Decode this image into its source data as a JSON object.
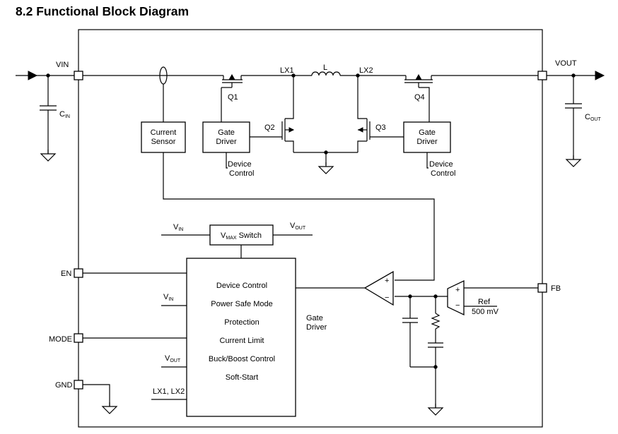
{
  "title": "8.2 Functional Block Diagram",
  "pins": {
    "vin": "VIN",
    "vout": "VOUT",
    "en": "EN",
    "mode": "MODE",
    "gnd": "GND",
    "fb": "FB"
  },
  "nodes": {
    "lx1": "LX1",
    "lx2": "LX2",
    "inductor": "L"
  },
  "caps": {
    "cin": "C",
    "cin_sub": "IN",
    "cout": "C",
    "cout_sub": "OUT"
  },
  "transistors": {
    "q1": "Q1",
    "q2": "Q2",
    "q3": "Q3",
    "q4": "Q4"
  },
  "blocks": {
    "current_sensor": [
      "Current",
      "Sensor"
    ],
    "gate_driver_left": [
      "Gate",
      "Driver"
    ],
    "gate_driver_right": [
      "Gate",
      "Driver"
    ],
    "device_control_left": [
      "Device",
      "Control"
    ],
    "device_control_right": [
      "Device",
      "Control"
    ],
    "vmax_switch": {
      "v": "V",
      "sub": "MAX",
      "rest": " Switch"
    }
  },
  "vmax_inputs": {
    "vin": {
      "v": "V",
      "sub": "IN"
    },
    "vout": {
      "v": "V",
      "sub": "OUT"
    }
  },
  "control_block": {
    "lines": [
      "Device Control",
      "Power Safe Mode",
      "Protection",
      "Current Limit",
      "Buck/Boost Control",
      "Soft-Start"
    ],
    "inputs": {
      "vin": {
        "v": "V",
        "sub": "IN"
      },
      "vout": {
        "v": "V",
        "sub": "OUT"
      },
      "lx": "LX1, LX2"
    },
    "output": [
      "Gate",
      "Driver"
    ]
  },
  "comparator": {
    "plus": "+",
    "minus": "−"
  },
  "error_amp": {
    "plus": "+",
    "minus": "−"
  },
  "reference": [
    "Ref",
    "500 mV"
  ]
}
